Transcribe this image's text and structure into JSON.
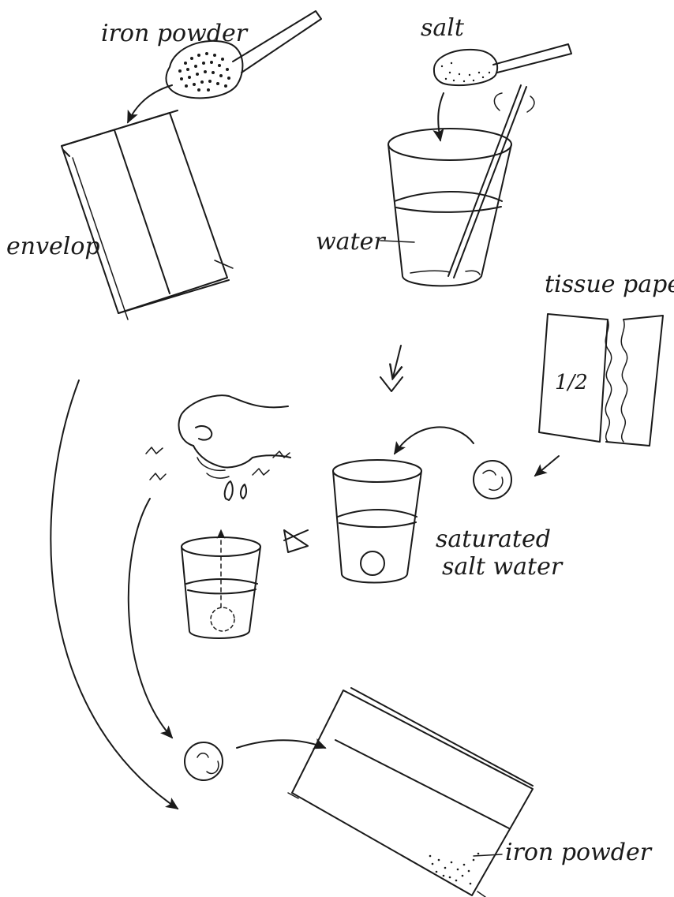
{
  "labels": {
    "iron_powder_top": "iron powder",
    "salt": "salt",
    "envelope": "envelop",
    "water": "water",
    "tissue_paper": "tissue paper",
    "half": "1/2",
    "saturated_line1": "saturated",
    "saturated_line2": "salt water",
    "iron_powder_bottom": "iron powder"
  }
}
